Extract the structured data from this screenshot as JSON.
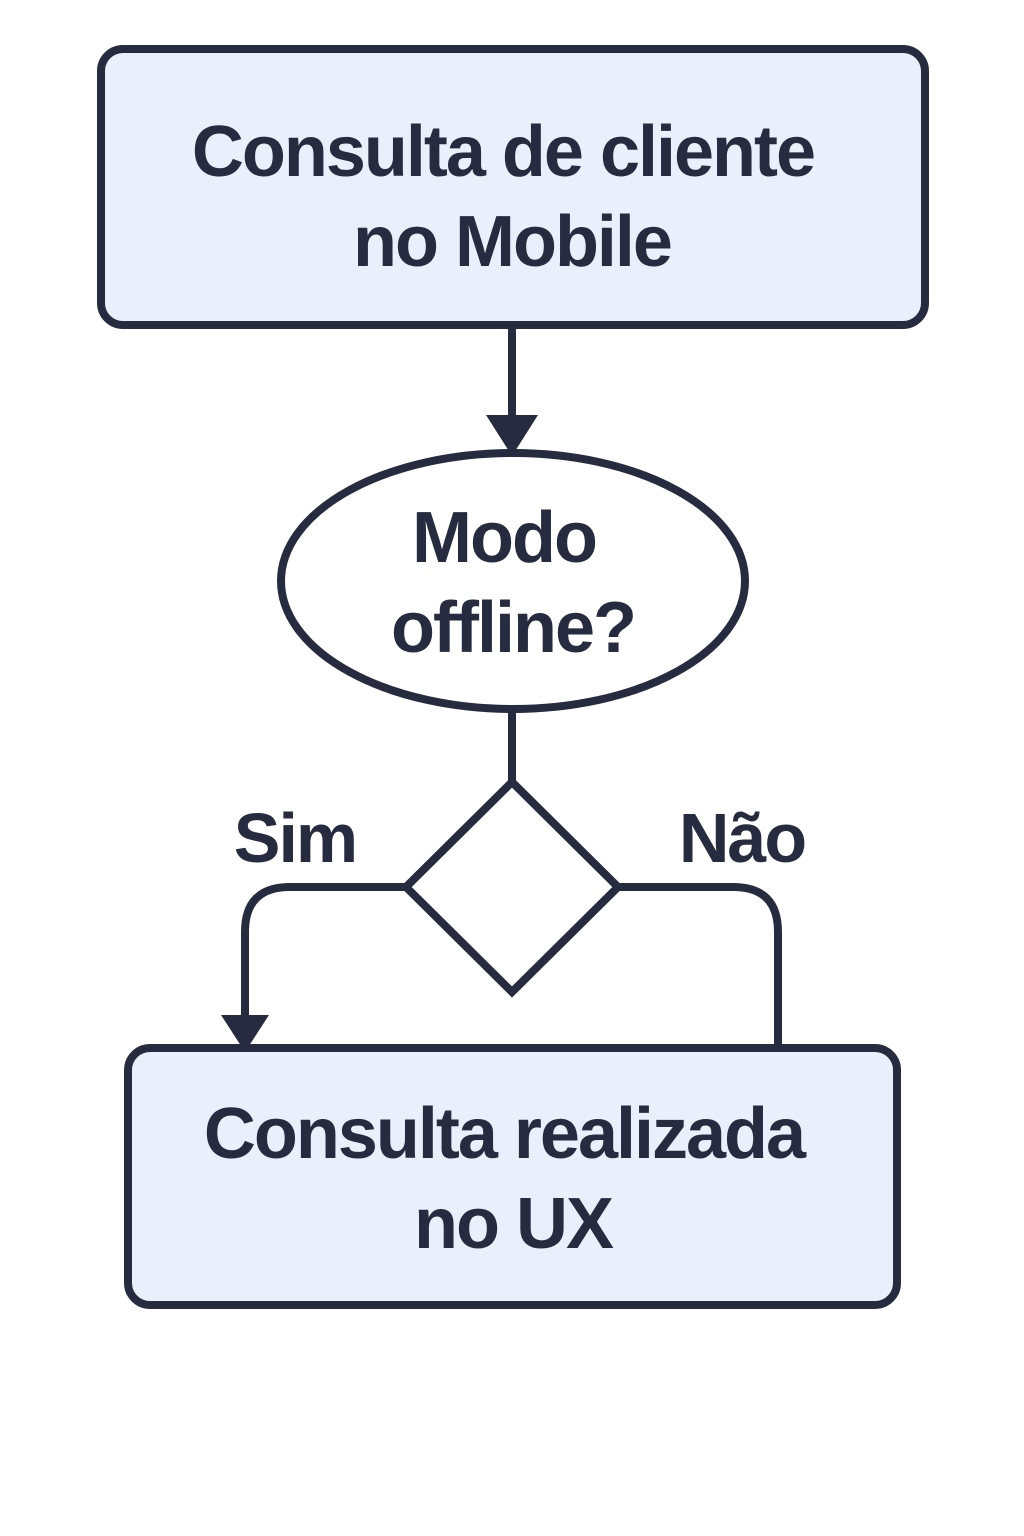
{
  "page": {
    "background": "#ffffff"
  },
  "colors": {
    "ink": "#262b40",
    "node-fill": "#e9f0fb",
    "shape-fill": "#ffffff"
  },
  "flowchart": {
    "nodes": {
      "start": {
        "shape": "rounded-rectangle",
        "label": "Consulta de cliente no Mobile",
        "lines": [
          "Consulta de cliente",
          "no Mobile"
        ]
      },
      "question": {
        "shape": "ellipse",
        "label": "Modo offline?",
        "lines": [
          "Modo",
          "offline?"
        ]
      },
      "decision": {
        "shape": "diamond",
        "label": ""
      },
      "end": {
        "shape": "rounded-rectangle",
        "label": "Consulta realizada no UX",
        "lines": [
          "Consulta realizada",
          "no UX"
        ]
      }
    },
    "edges": [
      {
        "from": "start",
        "to": "question",
        "label": ""
      },
      {
        "from": "question",
        "to": "decision",
        "label": ""
      },
      {
        "from": "decision",
        "to": "end",
        "branch": "yes",
        "label": "Sim"
      },
      {
        "from": "decision",
        "to": "end",
        "branch": "no",
        "label": "Não"
      }
    ]
  }
}
